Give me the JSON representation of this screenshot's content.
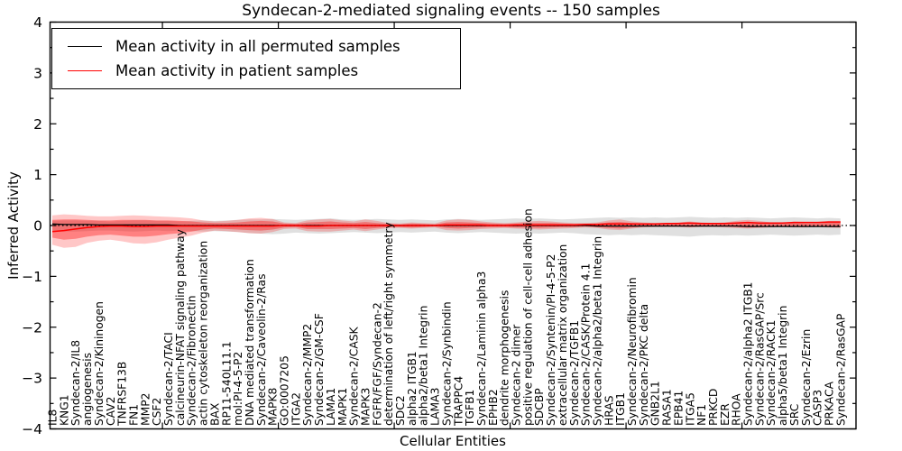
{
  "title": "Syndecan-2-mediated signaling events -- 150 samples",
  "legend": {
    "items": [
      {
        "label": "Mean activity in all permuted samples",
        "color": "#000000"
      },
      {
        "label": "Mean activity in patient samples",
        "color": "#ff0000"
      }
    ]
  },
  "colors": {
    "frame": "#000000",
    "permuted_band": "rgba(0,0,0,0.12)",
    "patient_band_outer": "rgba(255,0,0,0.22)",
    "patient_band_inner": "rgba(255,0,0,0.35)",
    "permuted_line": "#000000",
    "patient_line": "#ff0000",
    "zero_line": "#000000"
  },
  "chart_data": {
    "type": "line",
    "title": "Syndecan-2-mediated signaling events -- 150 samples",
    "xlabel": "Cellular Entities",
    "ylabel": "Inferred Activity",
    "ylim": [
      -4,
      4
    ],
    "yticks": [
      4,
      3,
      2,
      1,
      0,
      -1,
      -2,
      -3,
      -4
    ],
    "ytick_labels": [
      "4",
      "3",
      "2",
      "1",
      "0",
      "−1",
      "−2",
      "−3",
      "−4"
    ],
    "y_minor_step": 0.5,
    "x_major_tick_positions": [
      9.5,
      19.5,
      29.5,
      39.5,
      49.5,
      59.5
    ],
    "grid": false,
    "legend_position": "upper left",
    "categories": [
      "IL8",
      "KNG1",
      "Syndecan-2/IL8",
      "angiogenesis",
      "Syndecan-2/Kininogen",
      "CAV2",
      "TNFRSF13B",
      "FN1",
      "MMP2",
      "CSF2",
      "Syndecan-2/TACI",
      "calcineurin-NFAT signaling pathway",
      "Syndecan-2/Fibronectin",
      "actin cytoskeleton reorganization",
      "BAX",
      "RP11-540L11.1",
      "mol:PI-4-5-P2",
      "DNA mediated transformation",
      "Syndecan-2/Caveolin-2/Ras",
      "MAPK8",
      "GO:0007205",
      "ITGA2",
      "Syndecan-2/MMP2",
      "Syndecan-2/GM-CSF",
      "LAMA1",
      "MAPK1",
      "Syndecan-2/CASK",
      "MAPK3",
      "FGFR/FGF/Syndecan-2",
      "determination of left/right symmetry",
      "SDC2",
      "alpha2 ITGB1",
      "alpha2/beta1 Integrin",
      "LAMA3",
      "Syndecan-2/Synbindin",
      "TRAPPC4",
      "TGFB1",
      "Syndecan-2/Laminin alpha3",
      "EPHB2",
      "dendrite morphogenesis",
      "Syndecan-2 dimer",
      "positive regulation of cell-cell adhesion",
      "SDCBP",
      "Syndecan-2/Syntenin/PI-4-5-P2",
      "extracellular matrix organization",
      "Syndecan-2/TGFB1",
      "Syndecan-2/CASK/Protein 4.1",
      "Syndecan-2/alpha2/beta1 Integrin",
      "HRAS",
      "ITGB1",
      "Syndecan-2/Neurofibromin",
      "Syndecan-2/PKC delta",
      "GNB2L1",
      "RASA1",
      "EPB41",
      "ITGA5",
      "NF1",
      "PRKCD",
      "EZR",
      "RHOA",
      "Syndecan-2/alpha2 ITGB1",
      "Syndecan-2/RasGAP/Src",
      "Syndecan-2/RACK1",
      "alpha5/beta1 Integrin",
      "SRC",
      "Syndecan-2/Ezrin",
      "CASP3",
      "PRKACA",
      "Syndecan-2/RasGAP"
    ],
    "series": [
      {
        "name": "Mean activity in all permuted samples",
        "color": "#000000",
        "values": [
          0.03,
          0.02,
          0.02,
          0.02,
          0.01,
          0.01,
          0.01,
          0.01,
          0.01,
          0.01,
          0.01,
          0.0,
          0.0,
          0.0,
          0.0,
          0.0,
          0.0,
          0.0,
          0.0,
          0.0,
          0.0,
          0.0,
          0.0,
          0.0,
          0.0,
          0.0,
          0.0,
          0.0,
          0.0,
          0.0,
          0.0,
          0.0,
          0.0,
          0.0,
          0.0,
          0.0,
          0.0,
          0.0,
          0.0,
          0.0,
          0.0,
          0.0,
          0.0,
          0.0,
          0.0,
          0.0,
          0.0,
          -0.01,
          -0.01,
          -0.01,
          -0.01,
          -0.01,
          -0.01,
          -0.01,
          -0.01,
          -0.01,
          -0.01,
          -0.01,
          -0.01,
          -0.01,
          -0.02,
          -0.02,
          -0.02,
          -0.02,
          -0.02,
          -0.02,
          -0.02,
          -0.02,
          -0.02
        ]
      },
      {
        "name": "Mean activity in patient samples",
        "color": "#ff0000",
        "values": [
          -0.12,
          -0.1,
          -0.07,
          -0.04,
          -0.02,
          -0.01,
          -0.01,
          -0.02,
          -0.02,
          -0.01,
          -0.01,
          -0.01,
          -0.01,
          -0.01,
          -0.01,
          -0.01,
          -0.01,
          -0.01,
          -0.01,
          -0.01,
          0.0,
          0.0,
          -0.01,
          -0.01,
          0.0,
          0.0,
          0.0,
          0.0,
          0.0,
          0.0,
          0.0,
          0.0,
          0.0,
          0.0,
          0.01,
          0.01,
          0.01,
          0.01,
          0.0,
          0.0,
          0.01,
          0.01,
          0.01,
          0.01,
          0.01,
          0.01,
          0.02,
          0.02,
          0.03,
          0.03,
          0.03,
          0.03,
          0.03,
          0.04,
          0.04,
          0.05,
          0.04,
          0.04,
          0.04,
          0.05,
          0.06,
          0.05,
          0.05,
          0.05,
          0.06,
          0.06,
          0.06,
          0.07,
          0.07
        ]
      }
    ],
    "bands": [
      {
        "name": "permuted-sample-range",
        "upper": [
          0.09,
          0.1,
          0.1,
          0.09,
          0.09,
          0.08,
          0.09,
          0.1,
          0.1,
          0.09,
          0.09,
          0.08,
          0.09,
          0.1,
          0.09,
          0.1,
          0.11,
          0.12,
          0.12,
          0.13,
          0.12,
          0.11,
          0.12,
          0.13,
          0.14,
          0.12,
          0.11,
          0.12,
          0.13,
          0.12,
          0.11,
          0.12,
          0.11,
          0.1,
          0.12,
          0.13,
          0.12,
          0.11,
          0.12,
          0.13,
          0.14,
          0.13,
          0.14,
          0.13,
          0.12,
          0.13,
          0.14,
          0.15,
          0.16,
          0.15,
          0.16,
          0.15,
          0.16,
          0.15,
          0.16,
          0.17,
          0.16,
          0.15,
          0.16,
          0.15,
          0.16,
          0.15,
          0.14,
          0.15,
          0.16,
          0.15,
          0.14,
          0.15,
          0.14
        ],
        "lower": [
          -0.11,
          -0.12,
          -0.12,
          -0.11,
          -0.1,
          -0.1,
          -0.11,
          -0.12,
          -0.11,
          -0.1,
          -0.11,
          -0.1,
          -0.11,
          -0.12,
          -0.11,
          -0.12,
          -0.13,
          -0.15,
          -0.16,
          -0.17,
          -0.16,
          -0.14,
          -0.15,
          -0.16,
          -0.15,
          -0.14,
          -0.13,
          -0.14,
          -0.15,
          -0.14,
          -0.13,
          -0.14,
          -0.13,
          -0.12,
          -0.14,
          -0.15,
          -0.14,
          -0.13,
          -0.14,
          -0.15,
          -0.16,
          -0.15,
          -0.16,
          -0.15,
          -0.14,
          -0.15,
          -0.17,
          -0.18,
          -0.19,
          -0.18,
          -0.19,
          -0.18,
          -0.19,
          -0.2,
          -0.21,
          -0.22,
          -0.2,
          -0.19,
          -0.2,
          -0.19,
          -0.2,
          -0.19,
          -0.18,
          -0.19,
          -0.2,
          -0.19,
          -0.18,
          -0.19,
          -0.18
        ]
      },
      {
        "name": "patient-sample-range-outer",
        "upper": [
          0.2,
          0.22,
          0.21,
          0.19,
          0.18,
          0.18,
          0.19,
          0.2,
          0.19,
          0.18,
          0.17,
          0.16,
          0.14,
          0.1,
          0.08,
          0.09,
          0.11,
          0.14,
          0.15,
          0.13,
          0.06,
          0.05,
          0.1,
          0.12,
          0.13,
          0.1,
          0.08,
          0.12,
          0.09,
          0.05,
          0.04,
          0.06,
          0.05,
          0.04,
          0.1,
          0.12,
          0.11,
          0.08,
          0.06,
          0.05,
          0.06,
          0.08,
          0.09,
          0.08,
          0.06,
          0.05,
          0.05,
          0.06,
          0.1,
          0.12,
          0.08,
          0.06,
          0.05,
          0.05,
          0.06,
          0.08,
          0.06,
          0.05,
          0.06,
          0.09,
          0.11,
          0.09,
          0.06,
          0.05,
          0.08,
          0.07,
          0.06,
          0.09,
          0.09
        ],
        "lower": [
          -0.38,
          -0.44,
          -0.42,
          -0.34,
          -0.3,
          -0.28,
          -0.31,
          -0.35,
          -0.36,
          -0.33,
          -0.28,
          -0.24,
          -0.2,
          -0.14,
          -0.1,
          -0.11,
          -0.13,
          -0.15,
          -0.16,
          -0.13,
          -0.07,
          -0.06,
          -0.11,
          -0.12,
          -0.12,
          -0.1,
          -0.08,
          -0.11,
          -0.08,
          -0.05,
          -0.05,
          -0.06,
          -0.05,
          -0.04,
          -0.09,
          -0.1,
          -0.09,
          -0.07,
          -0.06,
          -0.05,
          -0.06,
          -0.07,
          -0.08,
          -0.07,
          -0.06,
          -0.05,
          -0.04,
          -0.05,
          -0.08,
          -0.09,
          -0.06,
          -0.04,
          -0.03,
          -0.03,
          -0.03,
          -0.04,
          -0.03,
          -0.03,
          -0.04,
          -0.05,
          -0.06,
          -0.05,
          -0.04,
          -0.03,
          -0.04,
          -0.04,
          -0.03,
          -0.04,
          -0.05
        ]
      },
      {
        "name": "patient-sample-range-inner",
        "upper": [
          0.11,
          0.12,
          0.12,
          0.11,
          0.1,
          0.1,
          0.11,
          0.11,
          0.11,
          0.1,
          0.1,
          0.09,
          0.08,
          0.06,
          0.05,
          0.05,
          0.06,
          0.08,
          0.09,
          0.08,
          0.04,
          0.03,
          0.06,
          0.07,
          0.08,
          0.06,
          0.05,
          0.07,
          0.05,
          0.03,
          0.02,
          0.04,
          0.03,
          0.02,
          0.06,
          0.07,
          0.06,
          0.05,
          0.04,
          0.03,
          0.04,
          0.05,
          0.05,
          0.05,
          0.04,
          0.03,
          0.03,
          0.04,
          0.06,
          0.07,
          0.05,
          0.04,
          0.03,
          0.03,
          0.04,
          0.05,
          0.04,
          0.03,
          0.04,
          0.06,
          0.07,
          0.06,
          0.04,
          0.03,
          0.05,
          0.04,
          0.04,
          0.06,
          0.06
        ],
        "lower": [
          -0.24,
          -0.28,
          -0.26,
          -0.22,
          -0.19,
          -0.18,
          -0.2,
          -0.22,
          -0.22,
          -0.2,
          -0.17,
          -0.15,
          -0.12,
          -0.08,
          -0.06,
          -0.07,
          -0.08,
          -0.09,
          -0.1,
          -0.08,
          -0.04,
          -0.03,
          -0.07,
          -0.07,
          -0.07,
          -0.06,
          -0.05,
          -0.07,
          -0.05,
          -0.03,
          -0.03,
          -0.04,
          -0.03,
          -0.02,
          -0.05,
          -0.06,
          -0.05,
          -0.04,
          -0.03,
          -0.03,
          -0.04,
          -0.04,
          -0.05,
          -0.04,
          -0.03,
          -0.03,
          -0.02,
          -0.03,
          -0.05,
          -0.06,
          -0.04,
          -0.02,
          -0.02,
          -0.02,
          -0.02,
          -0.03,
          -0.02,
          -0.02,
          -0.02,
          -0.03,
          -0.04,
          -0.03,
          -0.02,
          -0.02,
          -0.02,
          -0.02,
          -0.02,
          -0.03,
          -0.03
        ]
      }
    ],
    "reference_lines": [
      {
        "name": "zero-line",
        "y": 0,
        "style": "dashed"
      }
    ]
  }
}
